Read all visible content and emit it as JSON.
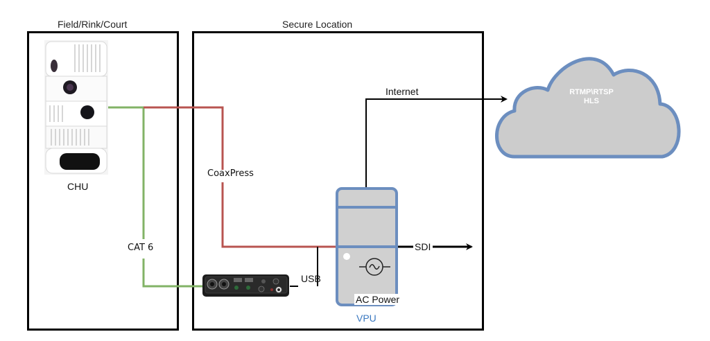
{
  "zones": {
    "field": {
      "title": "Field/Rink/Court"
    },
    "secure": {
      "title": "Secure Location"
    }
  },
  "devices": {
    "camera": {
      "label": "CHU",
      "icon": "camera-unit"
    },
    "audio_interface": {
      "icon": "usb-audio-interface"
    },
    "vpu": {
      "label": "VPU",
      "power_label": "AC Power",
      "icon": "server-tower"
    },
    "cloud": {
      "line1": "RTMP\\RTSP",
      "line2": "HLS",
      "icon": "cloud"
    }
  },
  "connections": {
    "cat6": {
      "label": "CAT 6",
      "color": "#82b366"
    },
    "coaxpress": {
      "label": "CoaxPress",
      "color": "#b85450"
    },
    "usb": {
      "label": "USB",
      "color": "#000000"
    },
    "internet": {
      "label": "Internet",
      "color": "#000000"
    },
    "sdi": {
      "label": "SDI",
      "color": "#000000"
    }
  },
  "colors": {
    "device_stroke": "#6c8ebf",
    "device_fill": "#d0d0d0",
    "vpu_label": "#3a78c0"
  }
}
